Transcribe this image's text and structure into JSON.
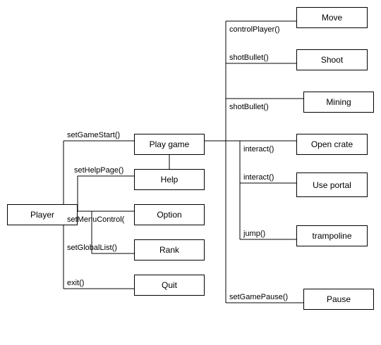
{
  "nodes": {
    "player": "Player",
    "play_game": "Play game",
    "help": "Help",
    "option": "Option",
    "rank": "Rank",
    "quit": "Quit",
    "move": "Move",
    "shoot": "Shoot",
    "mining": "Mining",
    "open_crate": "Open crate",
    "use_portal": "Use portal",
    "trampoline": "trampoline",
    "pause": "Pause"
  },
  "edges": {
    "set_game_start": "setGameStart()",
    "set_help_page": "setHelpPage()",
    "set_menu_control": "setMenuControl(",
    "set_global_list": "setGlobalList()",
    "exit": "exit()",
    "control_player": "controlPlayer()",
    "shot_bullet_1": "shotBullet()",
    "shot_bullet_2": "shotBullet()",
    "interact_1": "interact()",
    "interact_2": "interact()",
    "jump": "jump()",
    "set_game_pause": "setGamePause()"
  }
}
